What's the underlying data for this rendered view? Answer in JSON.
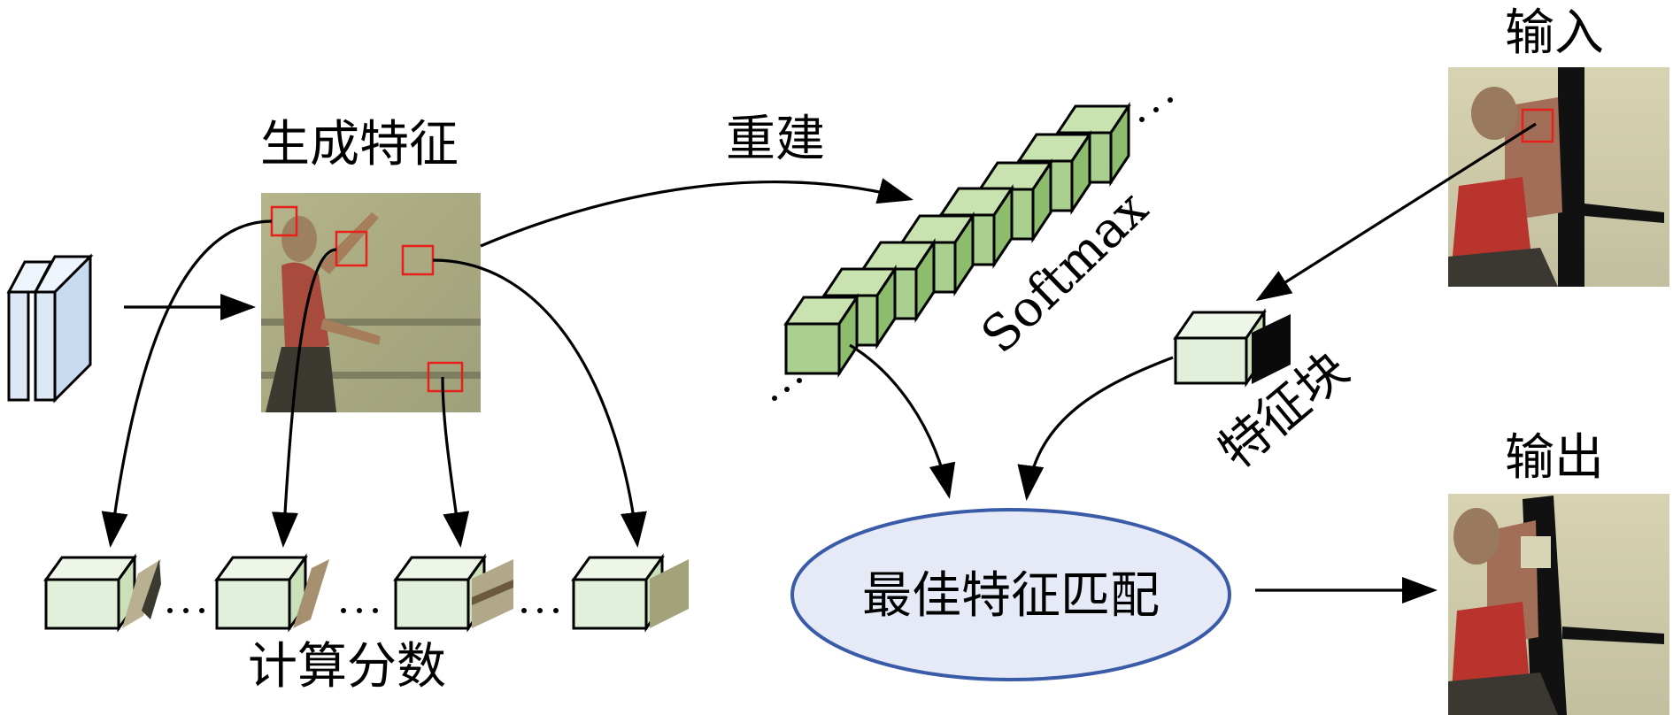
{
  "labels": {
    "generate_features": "生成特征",
    "reconstruct": "重建",
    "softmax": "Softmax",
    "feature_patch": "特征块",
    "input": "输入",
    "output": "输出",
    "best_match": "最佳特征匹配",
    "compute_score": "计算分数"
  },
  "colors": {
    "cube_green": "#a9d08e",
    "cube_light": "#e2efda",
    "layer_blue": "#dce8f5",
    "ellipse_fill": "#e6eaf6",
    "ellipse_stroke": "#3a5ba8",
    "patch_box": "#e8201a"
  }
}
